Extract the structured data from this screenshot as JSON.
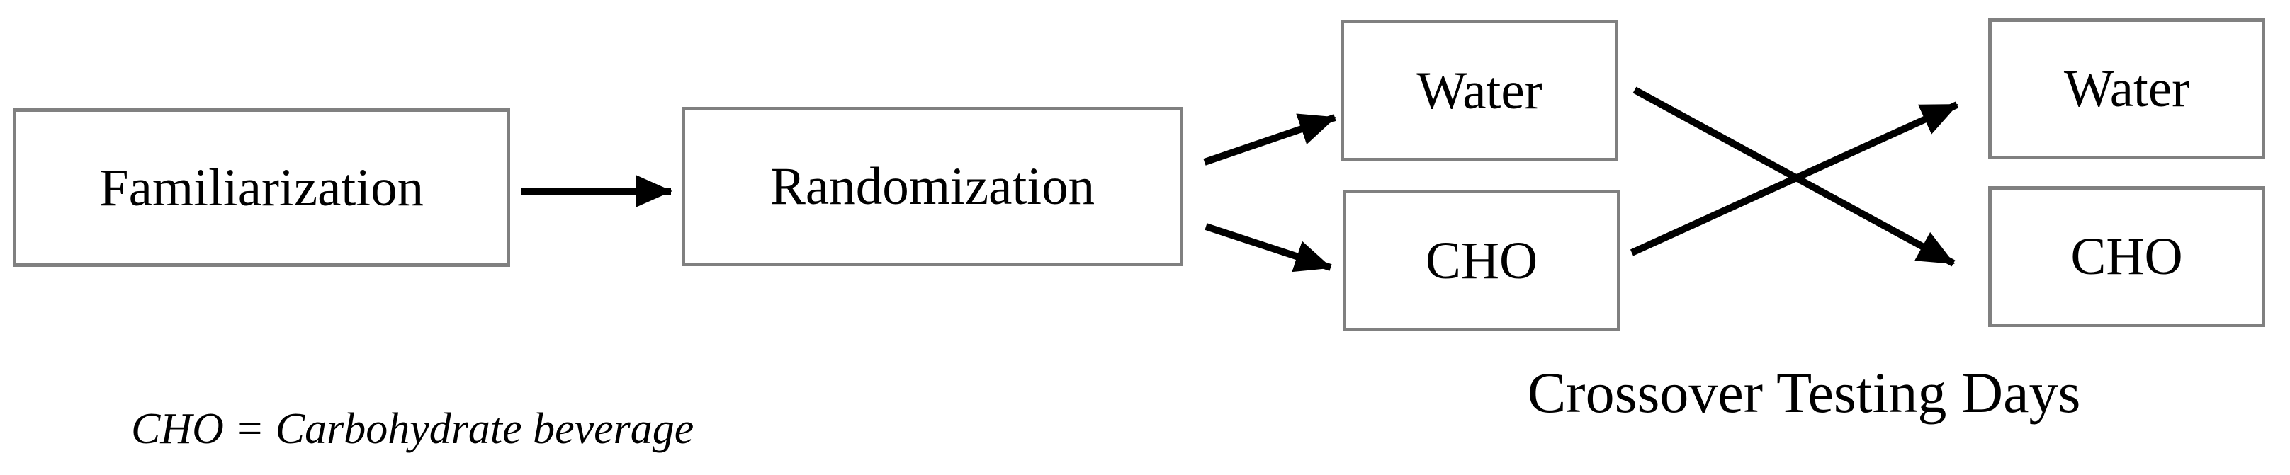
{
  "diagram": {
    "title_caption": "Crossover Testing Days",
    "footnote": "CHO = Carbohydrate beverage",
    "nodes": {
      "familiarization": {
        "label": "Familiarization"
      },
      "randomization": {
        "label": "Randomization"
      },
      "water_first": {
        "label": "Water"
      },
      "cho_first": {
        "label": "CHO"
      },
      "water_second": {
        "label": "Water"
      },
      "cho_second": {
        "label": "CHO"
      }
    },
    "edges": [
      {
        "from": "familiarization",
        "to": "randomization"
      },
      {
        "from": "randomization",
        "to": "water_first"
      },
      {
        "from": "randomization",
        "to": "cho_first"
      },
      {
        "from": "water_first",
        "to": "cho_second"
      },
      {
        "from": "cho_first",
        "to": "water_second"
      }
    ],
    "colors": {
      "background": "#ffffff",
      "box_border": "#808080",
      "arrow": "#000000",
      "text": "#000000"
    }
  }
}
